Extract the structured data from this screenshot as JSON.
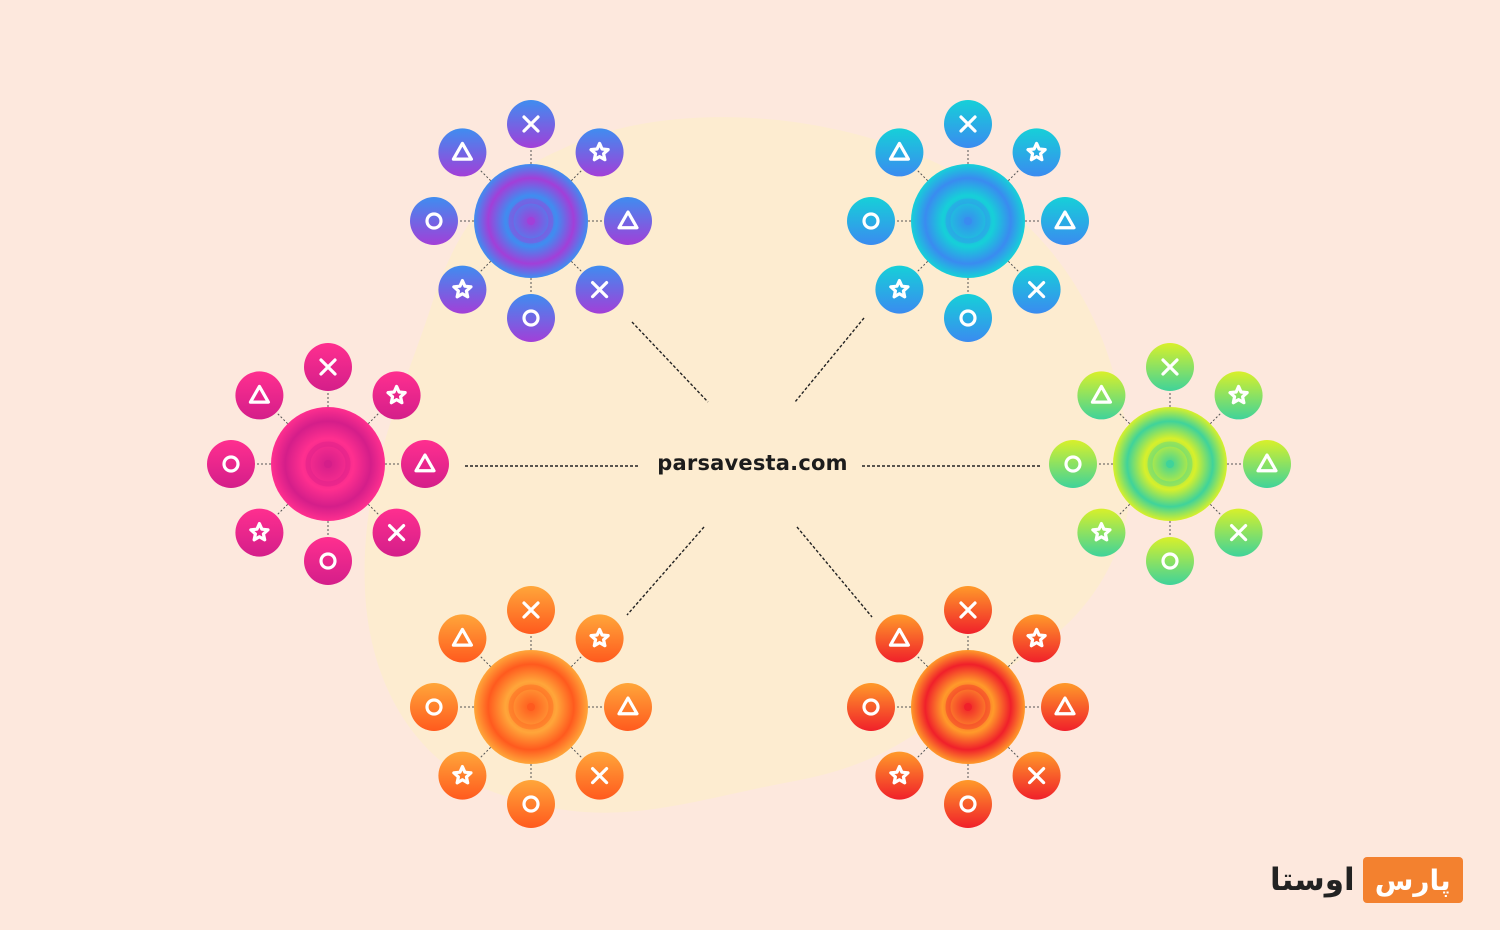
{
  "diagram": {
    "center_text": "parsavesta.com",
    "clusters": [
      {
        "id": "top-left",
        "colors": [
          "#3f8df0",
          "#a23fd8"
        ],
        "icons": [
          "x",
          "star",
          "triangle",
          "x",
          "circle",
          "star",
          "circle",
          "triangle"
        ]
      },
      {
        "id": "top-right",
        "colors": [
          "#16d0d8",
          "#3a8bf0"
        ],
        "icons": [
          "x",
          "star",
          "triangle",
          "x",
          "circle",
          "star",
          "circle",
          "triangle"
        ]
      },
      {
        "id": "middle-left",
        "colors": [
          "#ff2f8f",
          "#d41e8a"
        ],
        "icons": [
          "x",
          "star",
          "triangle",
          "x",
          "circle",
          "star",
          "circle",
          "triangle"
        ]
      },
      {
        "id": "middle-right",
        "colors": [
          "#d8f02a",
          "#3fd39a"
        ],
        "icons": [
          "x",
          "star",
          "triangle",
          "x",
          "circle",
          "star",
          "circle",
          "triangle"
        ]
      },
      {
        "id": "bottom-left",
        "colors": [
          "#ffa63a",
          "#ff5a1e"
        ],
        "icons": [
          "x",
          "star",
          "triangle",
          "x",
          "circle",
          "star",
          "circle",
          "triangle"
        ]
      },
      {
        "id": "bottom-right",
        "colors": [
          "#ff9a2a",
          "#f0202a"
        ],
        "icons": [
          "x",
          "star",
          "triangle",
          "x",
          "circle",
          "star",
          "circle",
          "triangle"
        ]
      }
    ]
  },
  "logo": {
    "box_text": "پارس",
    "dark_text": "اوستا",
    "accent": "#f3812f"
  },
  "colors": {
    "background": "#fde8dd",
    "blob": "#fdecd0"
  }
}
